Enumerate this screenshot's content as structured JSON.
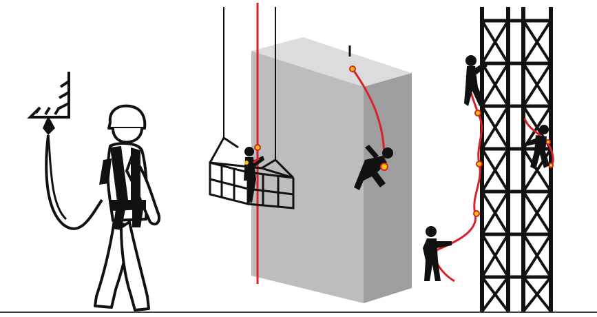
{
  "scene": {
    "panels": [
      {
        "id": "harness-worker",
        "icon": "fall-arrest-harness-icon"
      },
      {
        "id": "suspended-platform",
        "icon": "suspended-platform-icon"
      },
      {
        "id": "rope-access",
        "icon": "rope-access-icon"
      },
      {
        "id": "tower-climbing",
        "icon": "tower-climbing-icon"
      }
    ]
  },
  "colors": {
    "background": "#ffffff",
    "ink": "#111111",
    "lifeline": "#d8222b",
    "connector": "#f5c400",
    "building_light": "#dcdcdc",
    "building_front": "#b8b8b8",
    "building_side": "#9a9a9a",
    "ground": "#444444"
  }
}
